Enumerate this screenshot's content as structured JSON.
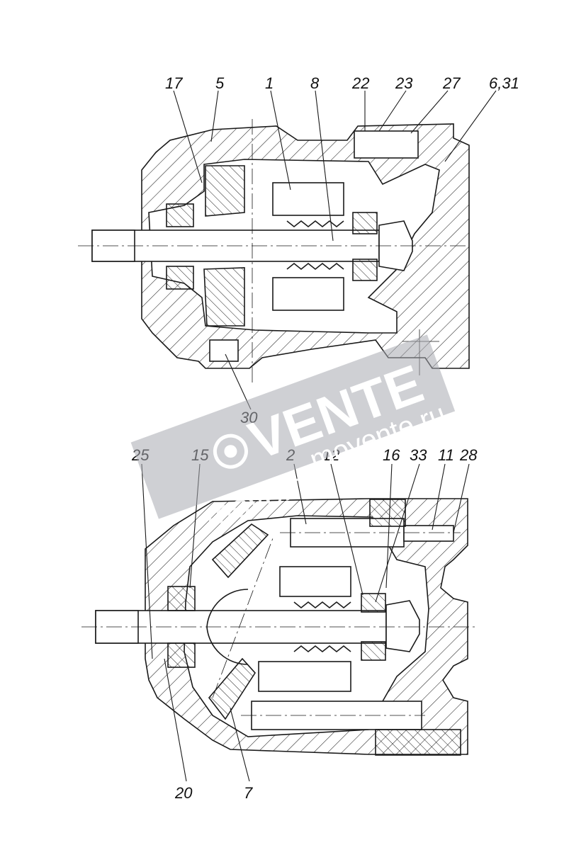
{
  "top_view": {
    "labels": [
      "17",
      "5",
      "1",
      "8",
      "22",
      "23",
      "27",
      "6,31",
      "30"
    ]
  },
  "bottom_view": {
    "labels": [
      "25",
      "15",
      "2",
      "12",
      "16",
      "33",
      "11",
      "28",
      "20",
      "7"
    ]
  },
  "watermark": {
    "brand": "VENTE",
    "url": "movente.ru",
    "lower_word": "movente"
  },
  "colors": {
    "line": "#1a1a1a",
    "watermark_band": "#a8aab0"
  }
}
